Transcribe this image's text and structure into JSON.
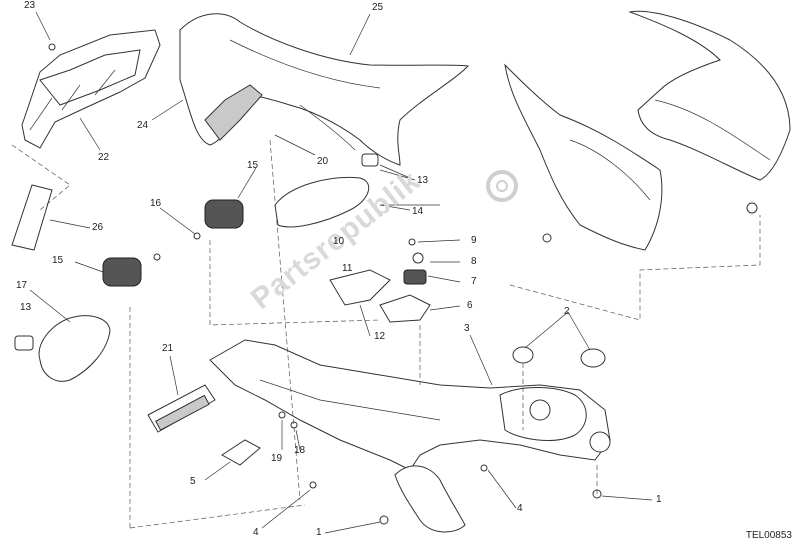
{
  "callouts": [
    {
      "id": "c23",
      "text": "23"
    },
    {
      "id": "c25",
      "text": "25"
    },
    {
      "id": "c24",
      "text": "24"
    },
    {
      "id": "c22",
      "text": "22"
    },
    {
      "id": "c20",
      "text": "20"
    },
    {
      "id": "c15a",
      "text": "15"
    },
    {
      "id": "c13a",
      "text": "13"
    },
    {
      "id": "c14",
      "text": "14"
    },
    {
      "id": "c16",
      "text": "16"
    },
    {
      "id": "c26",
      "text": "26"
    },
    {
      "id": "c10",
      "text": "10"
    },
    {
      "id": "c11",
      "text": "11"
    },
    {
      "id": "c9",
      "text": "9"
    },
    {
      "id": "c8",
      "text": "8"
    },
    {
      "id": "c7",
      "text": "7"
    },
    {
      "id": "c6",
      "text": "6"
    },
    {
      "id": "c12",
      "text": "12"
    },
    {
      "id": "c15b",
      "text": "15"
    },
    {
      "id": "c17",
      "text": "17"
    },
    {
      "id": "c13b",
      "text": "13"
    },
    {
      "id": "c3",
      "text": "3"
    },
    {
      "id": "c2",
      "text": "2"
    },
    {
      "id": "c21",
      "text": "21"
    },
    {
      "id": "c19",
      "text": "19"
    },
    {
      "id": "c18",
      "text": "18"
    },
    {
      "id": "c5",
      "text": "5"
    },
    {
      "id": "c4a",
      "text": "4"
    },
    {
      "id": "c4b",
      "text": "4"
    },
    {
      "id": "c1a",
      "text": "1"
    },
    {
      "id": "c1b",
      "text": "1"
    }
  ],
  "drawing_code": "TEL00853",
  "watermark": "Partsrepublik",
  "colors": {
    "line": "#333333",
    "shade": "#c9c9c9",
    "watermark": "#d9d9d9"
  }
}
